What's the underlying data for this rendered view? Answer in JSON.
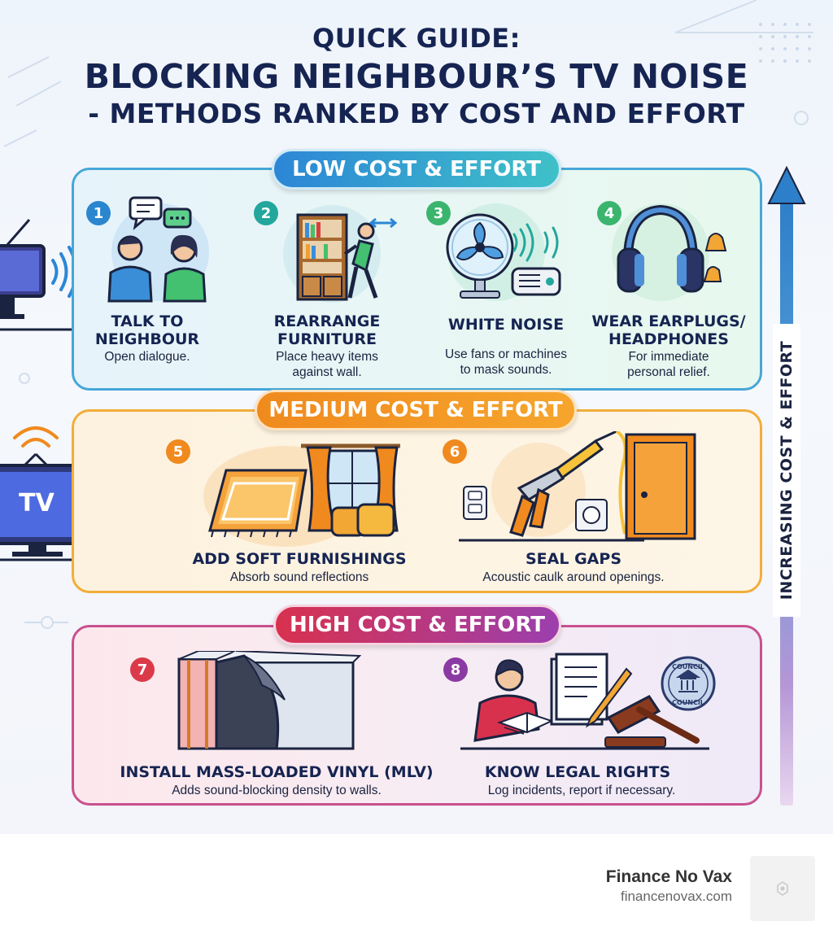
{
  "header": {
    "line1": "QUICK GUIDE:",
    "line2": "BLOCKING NEIGHBOUR’S TV NOISE",
    "line3": "- METHODS RANKED BY COST AND EFFORT"
  },
  "tiers": {
    "low": {
      "label": "LOW COST & EFFORT",
      "color": "#2c86d6"
    },
    "medium": {
      "label": "MEDIUM COST & EFFORT",
      "color": "#f08a1e"
    },
    "high": {
      "label": "HIGH COST & EFFORT",
      "color": "#d8314e"
    }
  },
  "methods": [
    {
      "num": "1",
      "title_l1": "TALK TO",
      "title_l2": "NEIGHBOUR",
      "desc_l1": "Open dialogue.",
      "desc_l2": "",
      "icon": "conversation-icon"
    },
    {
      "num": "2",
      "title_l1": "REARRANGE",
      "title_l2": "FURNITURE",
      "desc_l1": "Place heavy items",
      "desc_l2": "against wall.",
      "icon": "bookshelf-icon"
    },
    {
      "num": "3",
      "title_l1": "WHITE NOISE",
      "title_l2": "",
      "desc_l1": "Use fans or machines",
      "desc_l2": "to mask sounds.",
      "icon": "fan-icon"
    },
    {
      "num": "4",
      "title_l1": "WEAR EARPLUGS/",
      "title_l2": "HEADPHONES",
      "desc_l1": "For immediate",
      "desc_l2": "personal relief.",
      "icon": "headphones-icon"
    },
    {
      "num": "5",
      "title_l1": "ADD SOFT FURNISHINGS",
      "title_l2": "",
      "desc_l1": "Absorb sound reflections",
      "desc_l2": "",
      "icon": "rug-curtain-icon"
    },
    {
      "num": "6",
      "title_l1": "SEAL GAPS",
      "title_l2": "",
      "desc_l1": "Acoustic caulk around openings.",
      "desc_l2": "",
      "icon": "caulk-gun-icon"
    },
    {
      "num": "7",
      "title_l1": "INSTALL MASS-LOADED VINYL (MLV)",
      "title_l2": "",
      "desc_l1": "Adds sound-blocking density to walls.",
      "desc_l2": "",
      "icon": "wall-vinyl-icon"
    },
    {
      "num": "8",
      "title_l1": "KNOW LEGAL RIGHTS",
      "title_l2": "",
      "desc_l1": "Log incidents, report if necessary.",
      "desc_l2": "",
      "icon": "gavel-icon"
    }
  ],
  "icon_text": {
    "tv": "TV",
    "council_top": "COUNCIL",
    "council_bottom": "COUNCIL"
  },
  "side_arrow": {
    "label": "INCREASING COST & EFFORT"
  },
  "footer": {
    "brand": "Finance No Vax",
    "url": "financenovax.com"
  }
}
